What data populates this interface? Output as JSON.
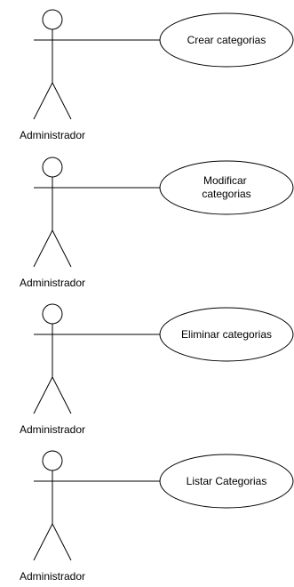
{
  "diagram": {
    "type": "use-case",
    "actors": [
      {
        "label": "Administrador"
      },
      {
        "label": "Administrador"
      },
      {
        "label": "Administrador"
      },
      {
        "label": "Administrador"
      }
    ],
    "use_cases": [
      {
        "lines": [
          "Crear categorias"
        ]
      },
      {
        "lines": [
          "Modificar",
          "categorias"
        ]
      },
      {
        "lines": [
          "Eliminar categorias"
        ]
      },
      {
        "lines": [
          "Listar Categorias"
        ]
      }
    ]
  }
}
